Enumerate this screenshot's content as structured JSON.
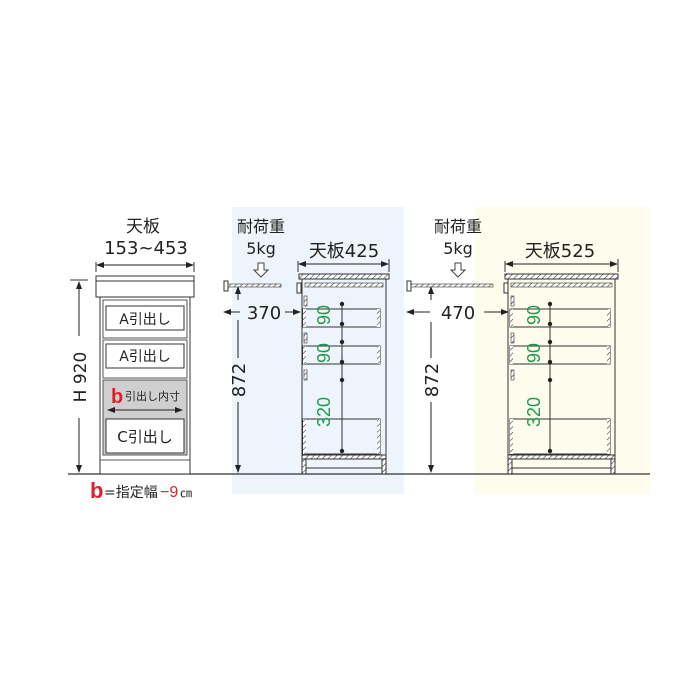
{
  "colors": {
    "line": "#333333",
    "panel_blue": "#eef4fb",
    "panel_yellow": "#fefcec",
    "green": "#1f9b4c",
    "red": "#e2202b",
    "highlight_gray": "#cfcfcf"
  },
  "front_view": {
    "top_label": "天板",
    "top_range": "153~453",
    "height_label": "H 920",
    "drawers": [
      {
        "label": "A引出し"
      },
      {
        "label": "A引出し"
      },
      {
        "label": "C引出し"
      }
    ],
    "inner_label_b": "b",
    "inner_label_text": "引出し内寸",
    "formula_b": "b",
    "formula_eq": "=指定幅",
    "formula_minus": "−9",
    "formula_unit": "㎝"
  },
  "side_views": [
    {
      "load_label": "耐荷重",
      "load_value": "5kg",
      "top_label": "天板425",
      "depth": "370",
      "height": "872",
      "gaps": [
        "90",
        "90",
        "320"
      ]
    },
    {
      "load_label": "耐荷重",
      "load_value": "5kg",
      "top_label": "天板525",
      "depth": "470",
      "height": "872",
      "gaps": [
        "90",
        "90",
        "320"
      ]
    }
  ]
}
